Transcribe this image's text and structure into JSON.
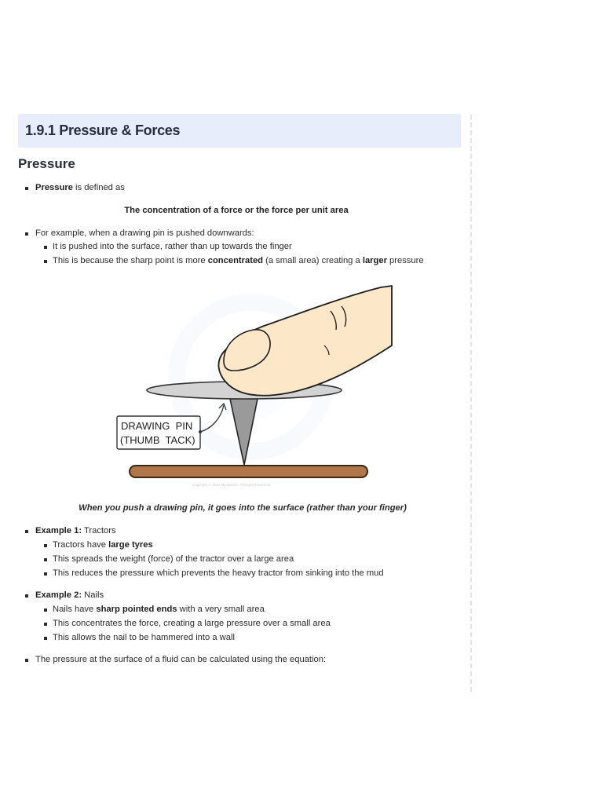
{
  "header": {
    "title": "1.9.1 Pressure & Forces"
  },
  "section": {
    "heading": "Pressure"
  },
  "definition": {
    "term": "Pressure",
    "intro": " is defined as",
    "statement": "The concentration of a force or the force per unit area"
  },
  "example_pin": {
    "text": "For example, when a drawing pin is pushed downwards:",
    "sub1": "It is pushed into the surface, rather than up towards the finger",
    "sub2_a": "This is because the sharp point is more ",
    "sub2_b": "concentrated",
    "sub2_c": " (a small area) creating a ",
    "sub2_d": "larger",
    "sub2_e": " pressure"
  },
  "figure": {
    "label_line1": "DRAWING  PIN",
    "label_line2": "(THUMB  TACK)",
    "copyright": "Copyright © Save My Exams. All Rights Reserved",
    "caption": "When you push a drawing pin, it goes into the surface (rather than your finger)"
  },
  "example1": {
    "label": "Example 1:",
    "title": " Tractors",
    "sub1_a": "Tractors have ",
    "sub1_b": "large tyres",
    "sub2": "This spreads the weight (force) of the tractor over a large area",
    "sub3": "This reduces the pressure which prevents the heavy tractor from sinking into the mud"
  },
  "example2": {
    "label": "Example 2:",
    "title": " Nails",
    "sub1_a": "Nails have ",
    "sub1_b": "sharp pointed ends",
    "sub1_c": " with a very small area",
    "sub2": "This concentrates the force, creating a large pressure over a small area",
    "sub3": "This allows the nail to be hammered into a wall"
  },
  "fluid": {
    "text": "The pressure at the surface of a fluid can be calculated using the equation:"
  },
  "colors": {
    "header_bg": "#e8edfb",
    "skin": "#fde7c9",
    "disc": "#d3d3d3",
    "surface": "#b0784a"
  }
}
